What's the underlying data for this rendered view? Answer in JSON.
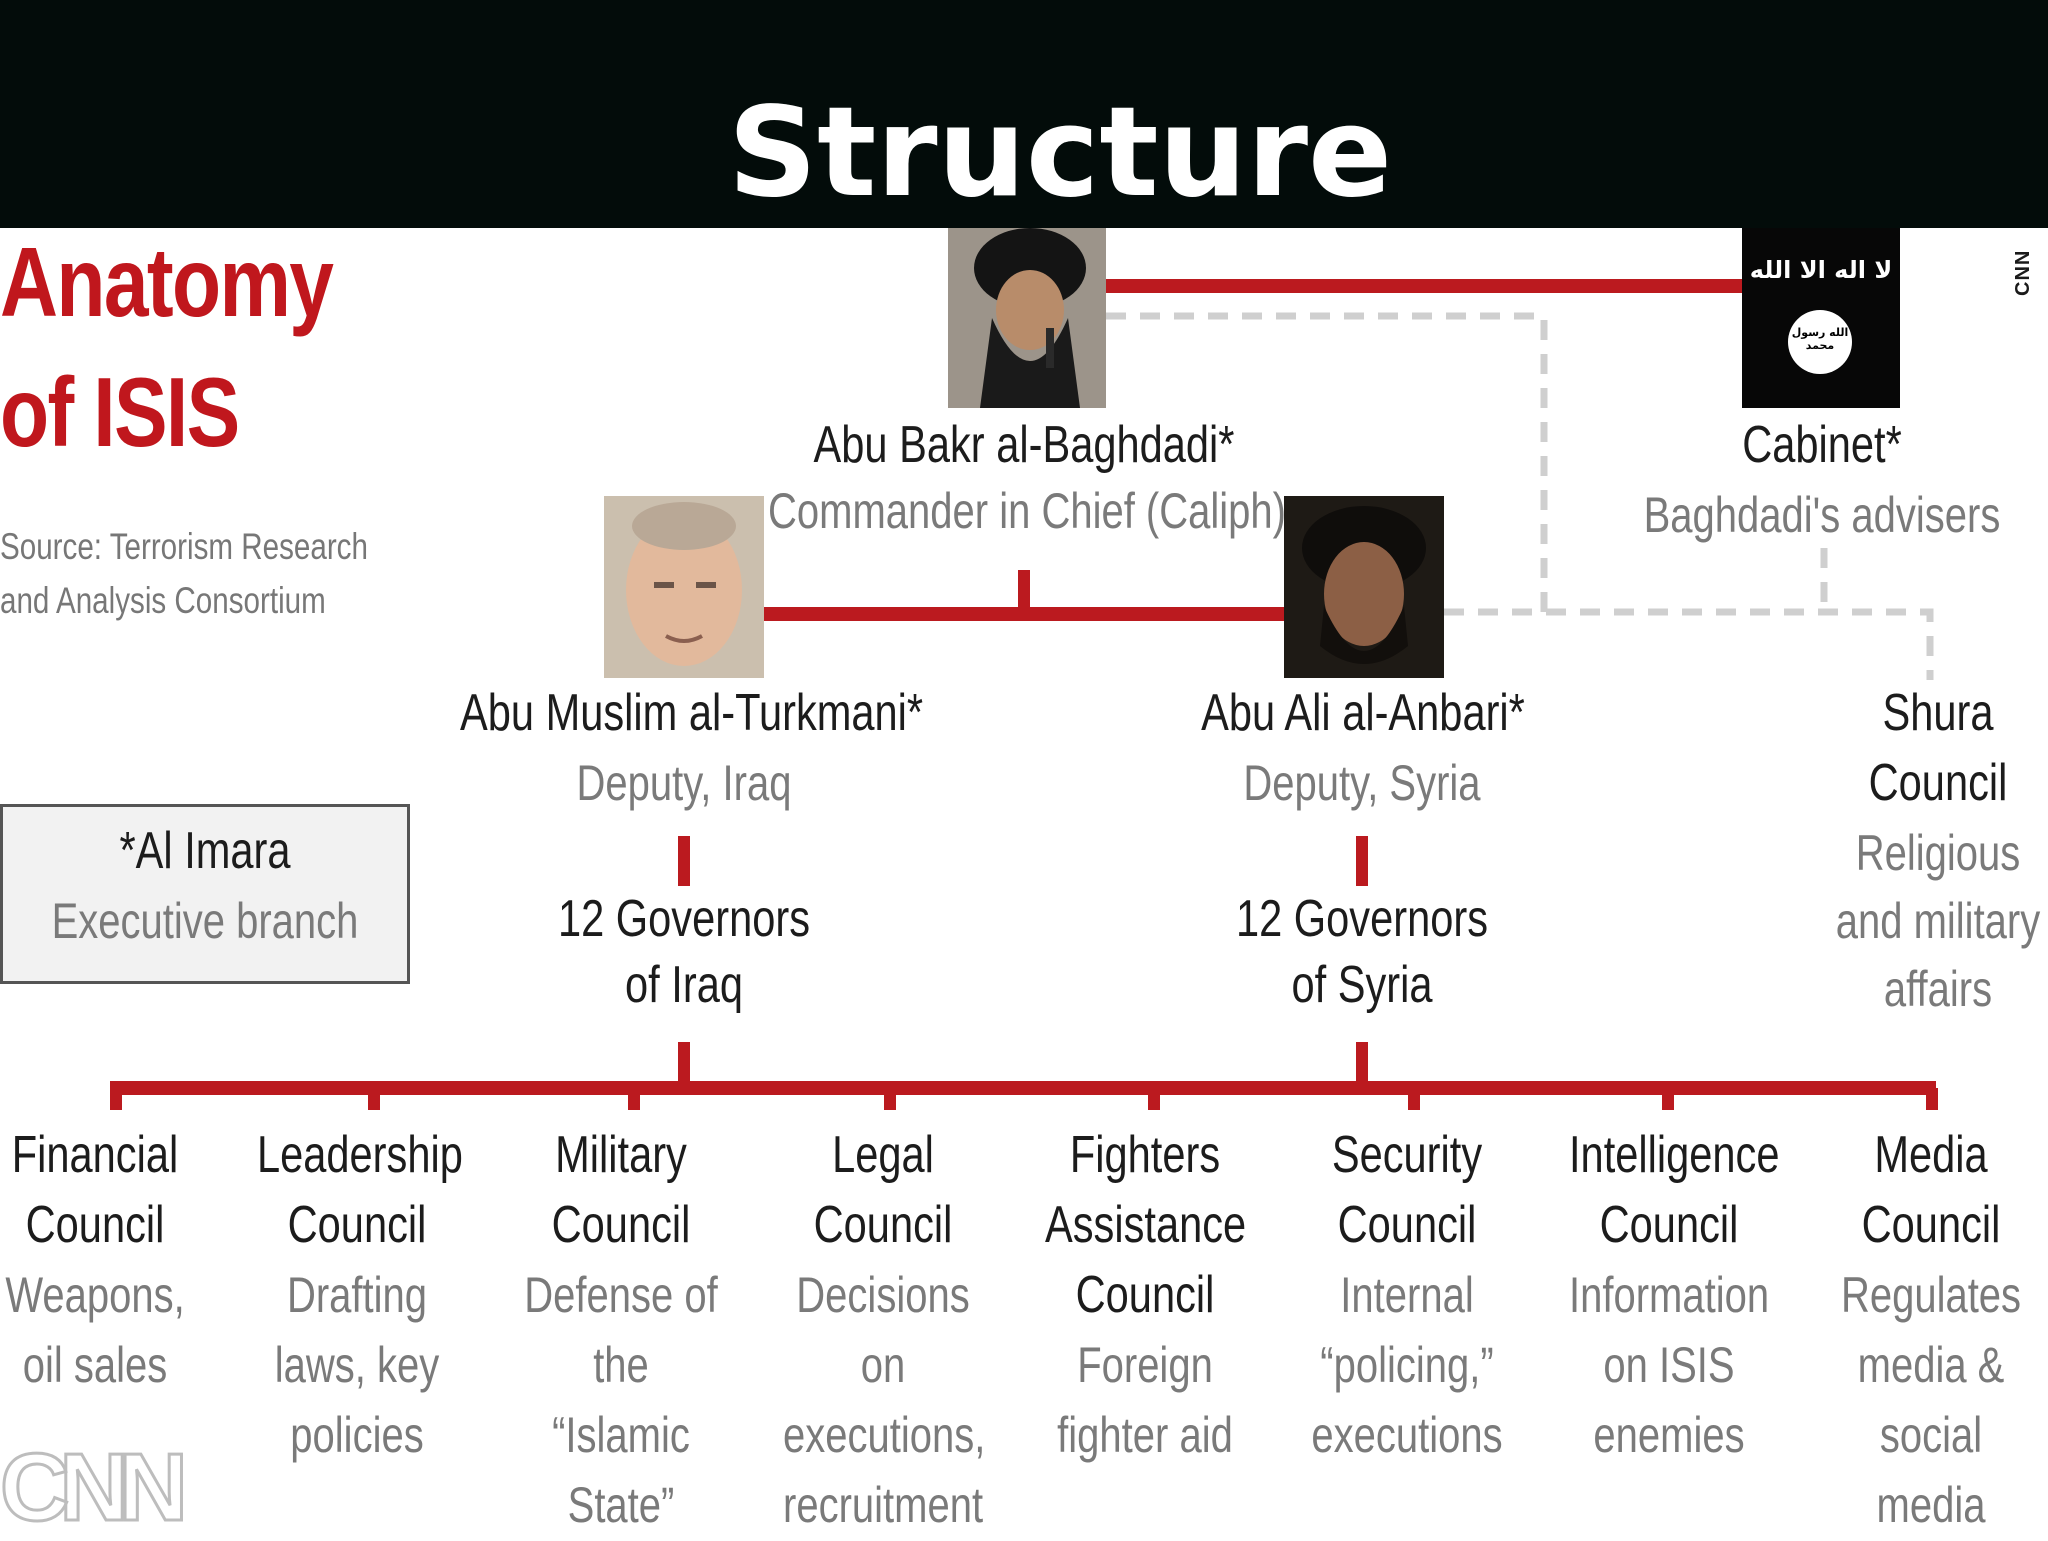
{
  "banner": {
    "title": "Structure"
  },
  "heading": {
    "line1": "Anatomy",
    "line2": "of ISIS"
  },
  "source": {
    "line1": "Source: Terrorism Research",
    "line2": "and Analysis Consortium"
  },
  "watermark_vertical": "CNN",
  "flag": {
    "top_text": "لا اله الا الله",
    "seal_text": "الله رسول محمد"
  },
  "leader": {
    "name": "Abu Bakr al-Baghdadi*",
    "role": "Commander in Chief (Caliph)"
  },
  "cabinet": {
    "name": "Cabinet*",
    "role": "Baghdadi's advisers"
  },
  "deputy_iraq": {
    "name": "Abu Muslim al-Turkmani*",
    "role": "Deputy, Iraq"
  },
  "deputy_syria": {
    "name": "Abu Ali al-Anbari*",
    "role": "Deputy, Syria"
  },
  "shura": {
    "name1": "Shura",
    "name2": "Council",
    "desc1": "Religious",
    "desc2": "and military",
    "desc3": "affairs"
  },
  "imara": {
    "line1": "*Al Imara",
    "line2": "Executive branch"
  },
  "governors_iraq": {
    "line1": "12 Governors",
    "line2": "of Iraq"
  },
  "governors_syria": {
    "line1": "12 Governors",
    "line2": "of Syria"
  },
  "councils": [
    {
      "name": [
        "Financial",
        "Council"
      ],
      "desc": [
        "Weapons,",
        "oil sales"
      ]
    },
    {
      "name": [
        "Leadership",
        "Council"
      ],
      "desc": [
        "Drafting",
        "laws, key",
        "policies"
      ]
    },
    {
      "name": [
        "Military",
        "Council"
      ],
      "desc": [
        "Defense of",
        "the “Islamic",
        "State”"
      ]
    },
    {
      "name": [
        "Legal",
        "Council"
      ],
      "desc": [
        "Decisions on",
        "executions,",
        "recruitment"
      ]
    },
    {
      "name": [
        "Fighters",
        "Assistance",
        "Council"
      ],
      "desc": [
        "Foreign",
        "fighter aid"
      ]
    },
    {
      "name": [
        "Security",
        "Council"
      ],
      "desc": [
        "Internal",
        "“policing,”",
        "executions"
      ]
    },
    {
      "name": [
        "Intelligence",
        "Council"
      ],
      "desc": [
        "Information",
        "on ISIS",
        "enemies"
      ]
    },
    {
      "name": [
        "Media",
        "Council"
      ],
      "desc": [
        "Regulates",
        "media &",
        "social media"
      ]
    }
  ],
  "logo": {
    "text": "CNN"
  }
}
